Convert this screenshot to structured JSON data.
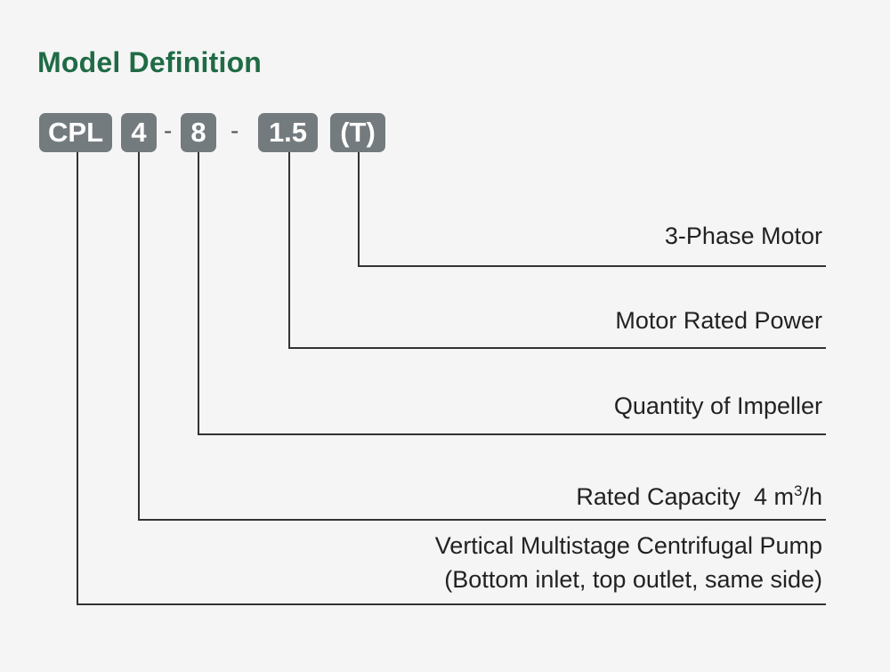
{
  "title": "Model Definition",
  "code": {
    "series": "CPL",
    "capacity": "4",
    "separator1": "-",
    "impellers": "8",
    "separator2": "-",
    "power": "1.5",
    "phase": "(T)"
  },
  "definitions": {
    "phase": "3-Phase Motor",
    "power": "Motor Rated Power",
    "impellers": "Quantity of Impeller",
    "capacity_text": "Rated Capacity  4 m",
    "capacity_sup": "3",
    "capacity_unit": "/h",
    "series_line1": "Vertical Multistage Centrifugal Pump",
    "series_line2": "(Bottom inlet, top outlet, same side)"
  },
  "colors": {
    "title": "#1f6b45",
    "box": "#737b7f",
    "line": "#333333"
  }
}
